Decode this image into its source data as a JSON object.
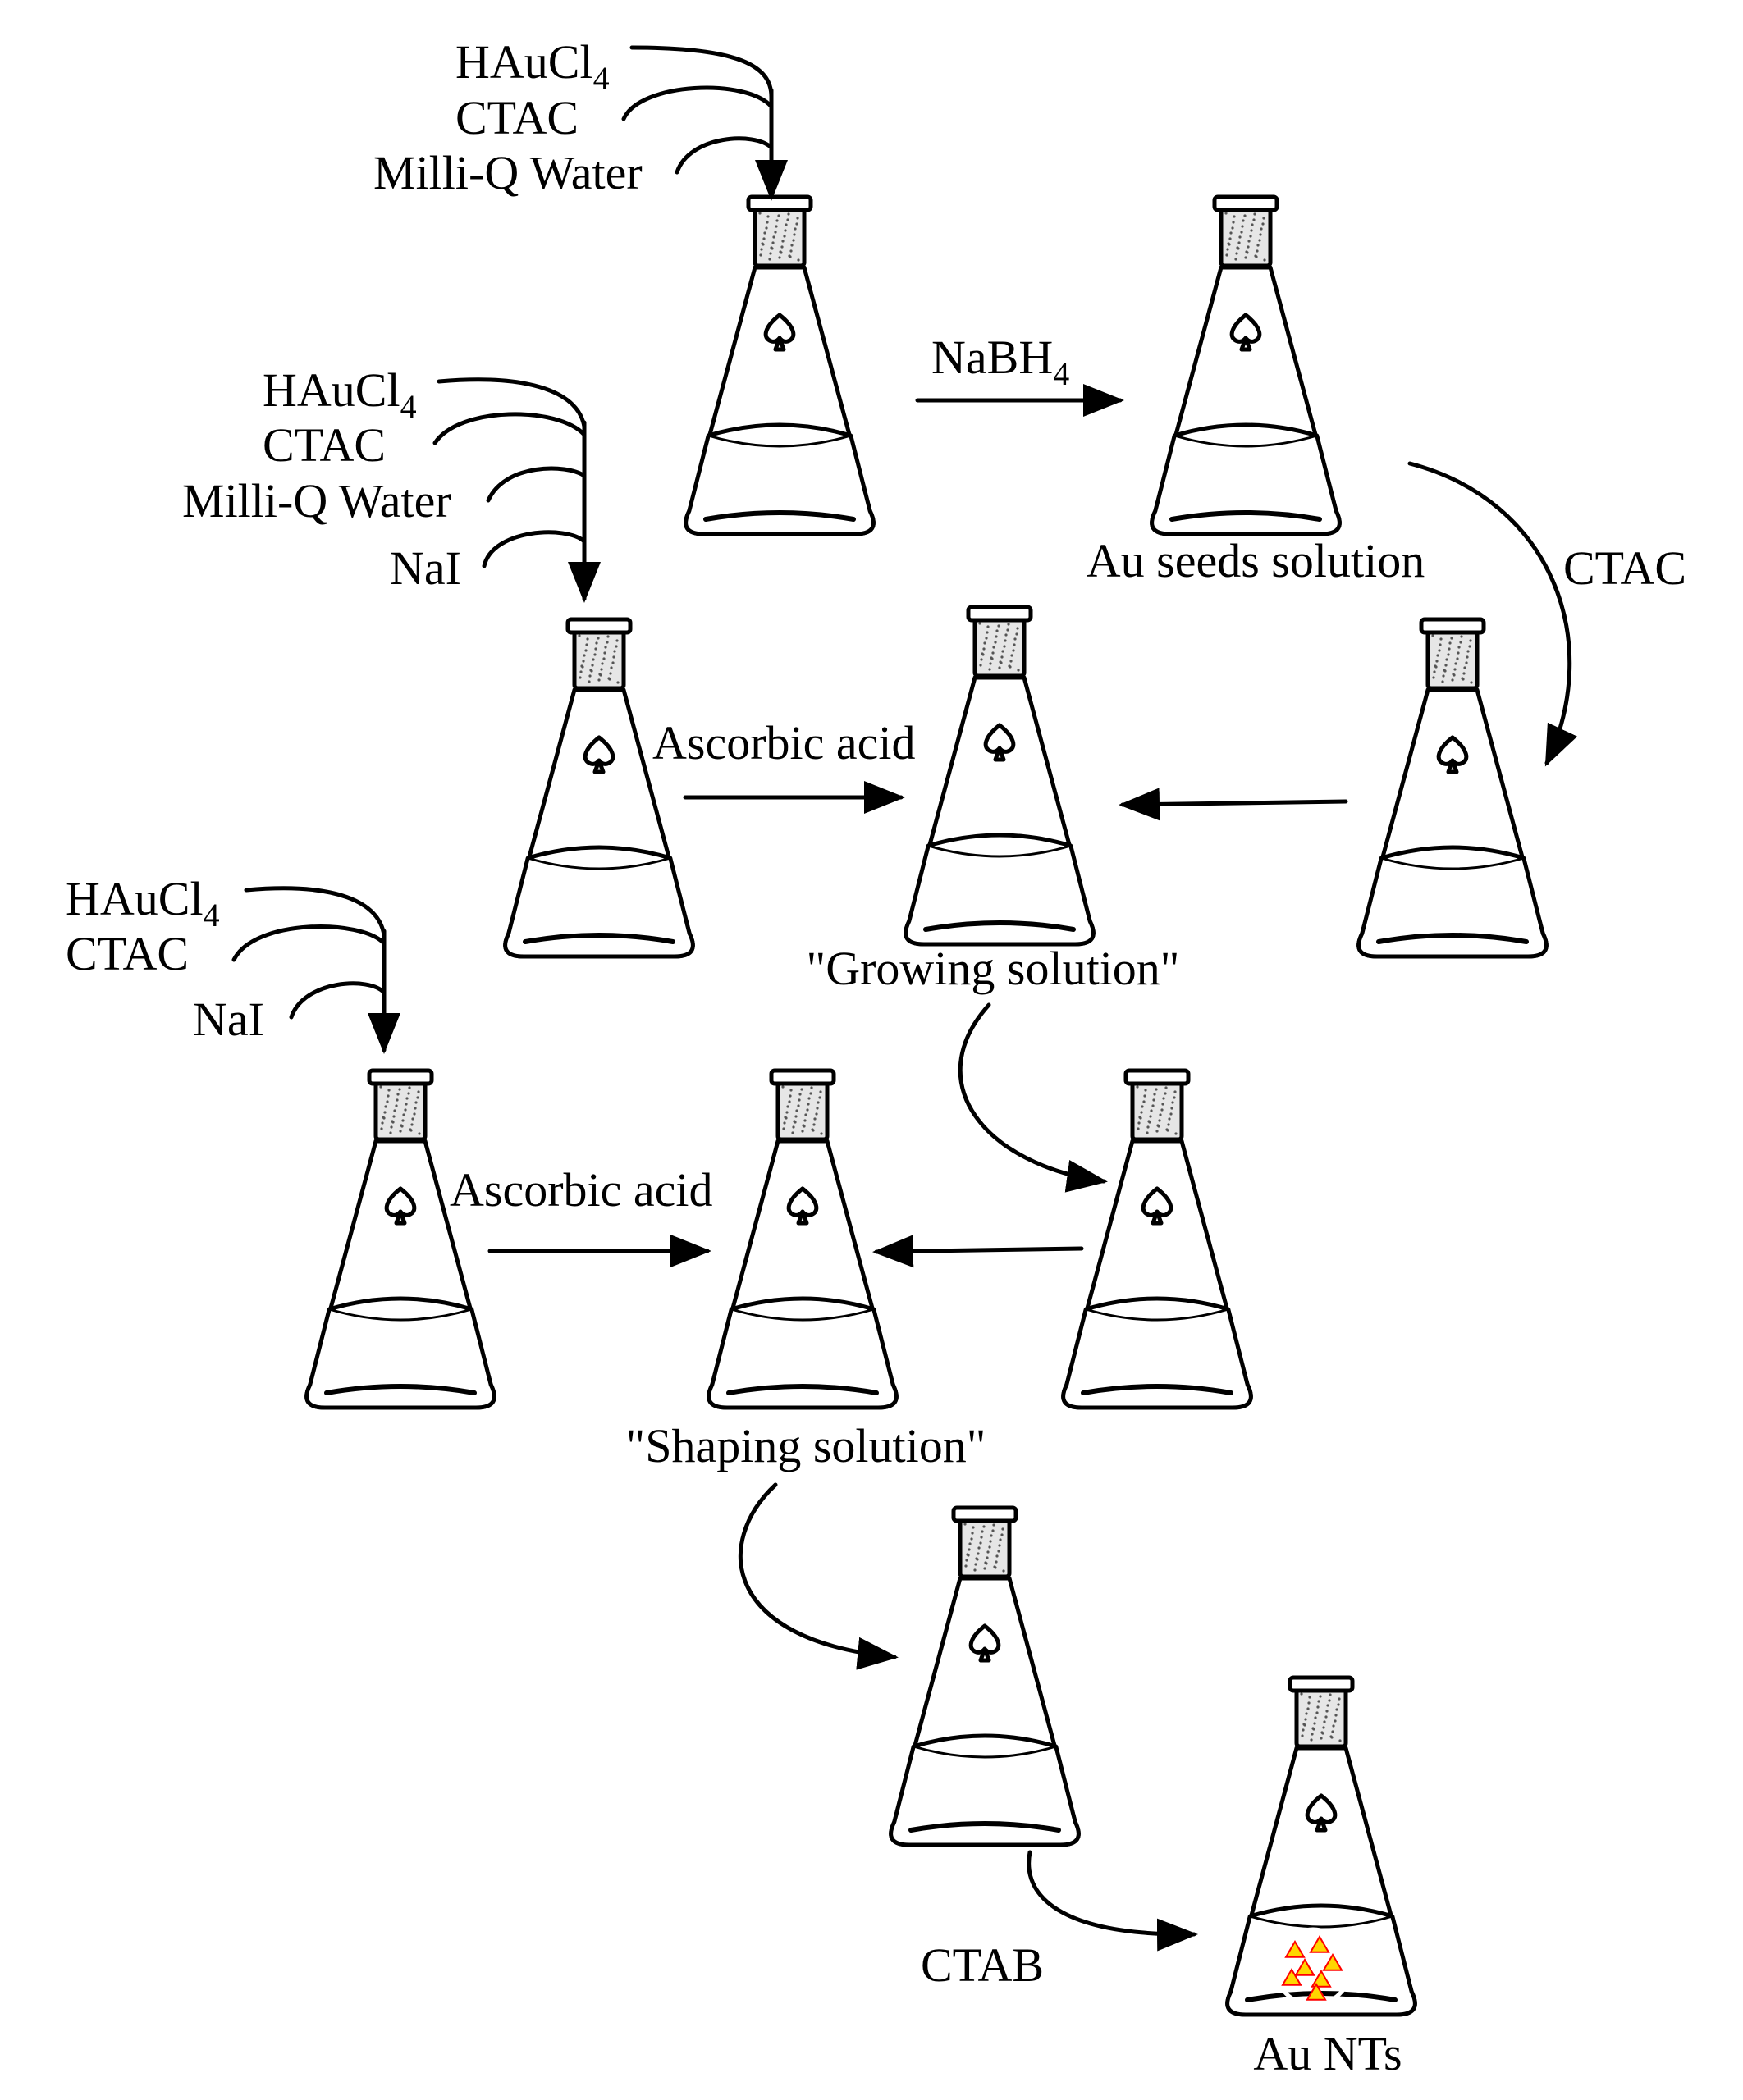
{
  "reagents": {
    "group1": {
      "hauc": "HAuCl",
      "hauc_sub": "4",
      "ctac": "CTAC",
      "water": "Milli-Q Water"
    },
    "group2": {
      "hauc": "HAuCl",
      "hauc_sub": "4",
      "ctac": "CTAC",
      "water": "Milli-Q Water",
      "nai": "NaI"
    },
    "group3": {
      "hauc": "HAuCl",
      "hauc_sub": "4",
      "ctac": "CTAC",
      "nai": "NaI"
    }
  },
  "steps": {
    "nabh4": "NaBH",
    "nabh4_sub": "4",
    "ctac": "CTAC",
    "ascorbic_1": "Ascorbic acid",
    "ascorbic_2": "Ascorbic acid",
    "ctab": "CTAB"
  },
  "captions": {
    "seeds": "Au seeds solution",
    "growing": "\"Growing solution\"",
    "shaping": "\"Shaping solution\"",
    "product": "Au NTs"
  },
  "colors": {
    "yellow": "#ffff80",
    "red": "#ff3333",
    "pink": "#ff8080",
    "clear": "#f2f2f2",
    "dark_red": "#cc0000",
    "purple": "#8b008b",
    "nanotriangle": "#ffd700"
  },
  "flasks": [
    {
      "id": "gold-precursor-flask",
      "liquid": "yellow"
    },
    {
      "id": "seeds-flask",
      "liquid": "red"
    },
    {
      "id": "growth-precursor-flask",
      "liquid": "yellow"
    },
    {
      "id": "growing-solution-flask",
      "liquid": "clear"
    },
    {
      "id": "diluted-seeds-flask",
      "liquid": "pink"
    },
    {
      "id": "shaping-precursor-flask",
      "liquid": "yellow"
    },
    {
      "id": "shaping-solution-flask",
      "liquid": "clear"
    },
    {
      "id": "intermediate-flask",
      "liquid": "dark_red"
    },
    {
      "id": "purple-flask",
      "liquid": "purple"
    },
    {
      "id": "product-flask",
      "liquid": "red"
    }
  ]
}
